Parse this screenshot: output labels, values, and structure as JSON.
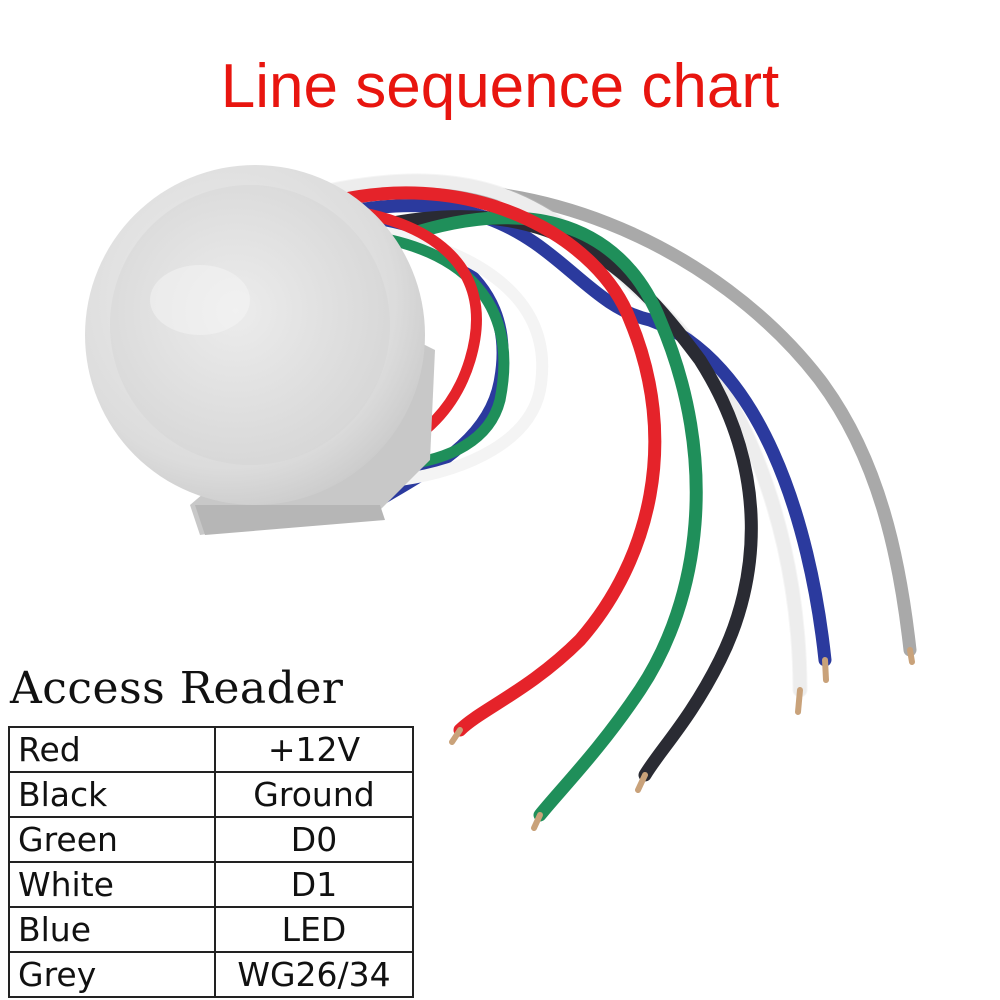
{
  "title": "Line sequence chart",
  "colors": {
    "title": "#e8150f",
    "red_wire": "#e5232a",
    "black_wire": "#2a2b33",
    "green_wire": "#1f8f5a",
    "white_wire": "#f6f6f6",
    "blue_wire": "#2b3a9e",
    "grey_wire": "#a9a9a9",
    "reader_body": "#e2e2e2"
  },
  "table": {
    "heading": "Access Reader",
    "rows": [
      {
        "wire": "Red",
        "function": "+12V"
      },
      {
        "wire": "Black",
        "function": "Ground"
      },
      {
        "wire": "Green",
        "function": "D0"
      },
      {
        "wire": "White",
        "function": "D1"
      },
      {
        "wire": "Blue",
        "function": "LED"
      },
      {
        "wire": "Grey",
        "function": "WG26/34"
      }
    ]
  }
}
